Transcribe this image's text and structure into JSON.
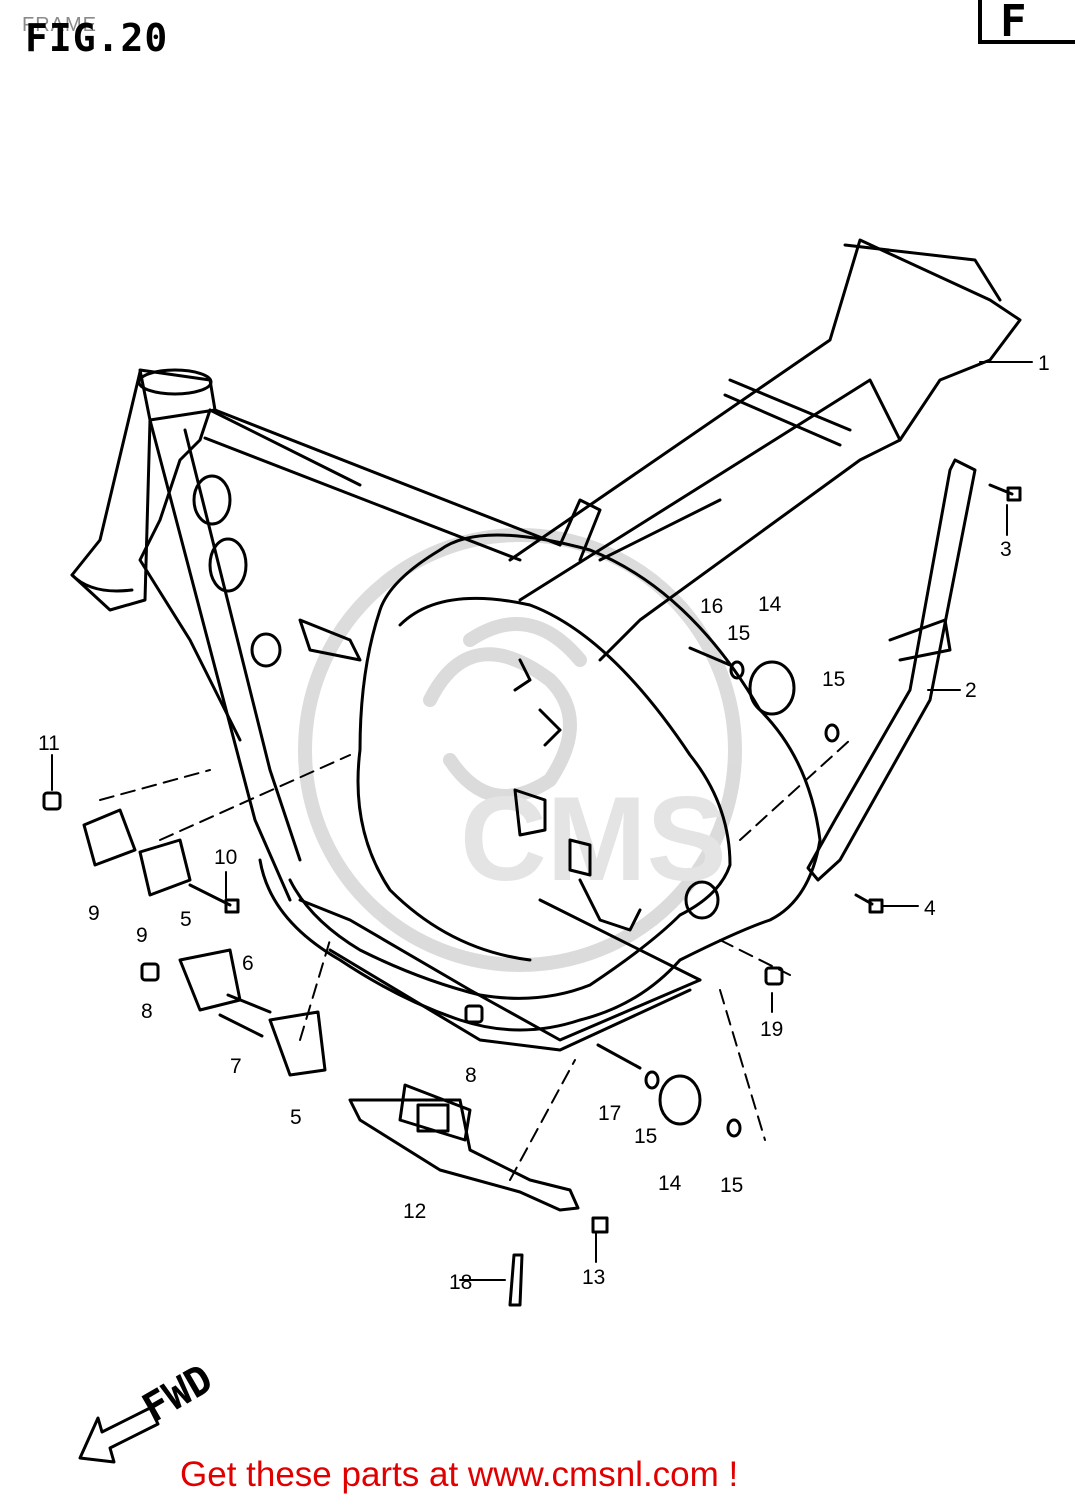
{
  "header": {
    "small_title": "FRAME",
    "figure_title": "FIG.20",
    "section_tag": "F"
  },
  "footer": {
    "link_text": "Get these parts at www.cmsnl.com !",
    "link_color": "#e00000"
  },
  "diagram": {
    "direction_label": "FWD",
    "watermark": "CMS",
    "callouts": [
      {
        "id": "c1",
        "label": "1"
      },
      {
        "id": "c2",
        "label": "2"
      },
      {
        "id": "c3",
        "label": "3"
      },
      {
        "id": "c4",
        "label": "4"
      },
      {
        "id": "c5a",
        "label": "5"
      },
      {
        "id": "c5b",
        "label": "5"
      },
      {
        "id": "c6",
        "label": "6"
      },
      {
        "id": "c7",
        "label": "7"
      },
      {
        "id": "c8a",
        "label": "8"
      },
      {
        "id": "c8b",
        "label": "8"
      },
      {
        "id": "c9a",
        "label": "9"
      },
      {
        "id": "c9b",
        "label": "9"
      },
      {
        "id": "c10",
        "label": "10"
      },
      {
        "id": "c11",
        "label": "11"
      },
      {
        "id": "c12",
        "label": "12"
      },
      {
        "id": "c13",
        "label": "13"
      },
      {
        "id": "c14a",
        "label": "14"
      },
      {
        "id": "c14b",
        "label": "14"
      },
      {
        "id": "c15a",
        "label": "15"
      },
      {
        "id": "c15b",
        "label": "15"
      },
      {
        "id": "c15c",
        "label": "15"
      },
      {
        "id": "c15d",
        "label": "15"
      },
      {
        "id": "c16",
        "label": "16"
      },
      {
        "id": "c17",
        "label": "17"
      },
      {
        "id": "c18",
        "label": "18"
      },
      {
        "id": "c19",
        "label": "19"
      }
    ]
  }
}
